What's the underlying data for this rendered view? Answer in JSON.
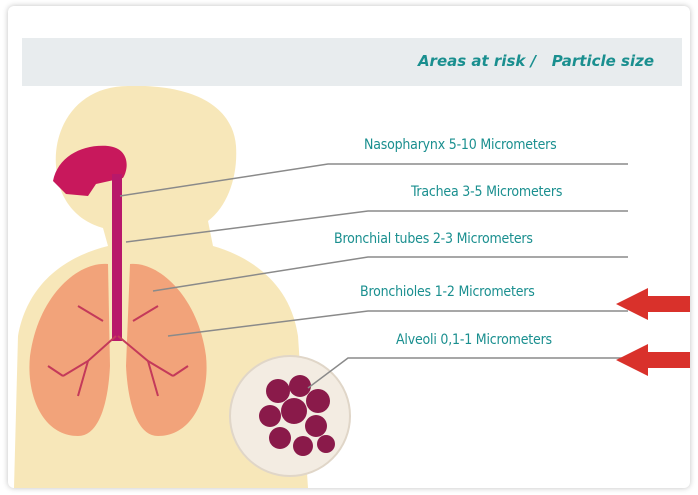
{
  "header": {
    "title": "Areas at risk /   Particle size"
  },
  "regions": [
    {
      "label": "Nasopharynx 5-10 Micrometers",
      "highlighted": false
    },
    {
      "label": "Trachea 3-5 Micrometers",
      "highlighted": false
    },
    {
      "label": "Bronchial tubes 2-3 Micrometers",
      "highlighted": false
    },
    {
      "label": "Bronchioles  1-2 Micrometers",
      "highlighted": true
    },
    {
      "label": "Alveoli 0,1-1 Micrometers",
      "highlighted": true
    }
  ],
  "colors": {
    "accent_text": "#1a8f8f",
    "arrow": "#d9312b",
    "airway": "#c8185c",
    "lung": "#f2a37a",
    "body": "#f6e3ad"
  }
}
